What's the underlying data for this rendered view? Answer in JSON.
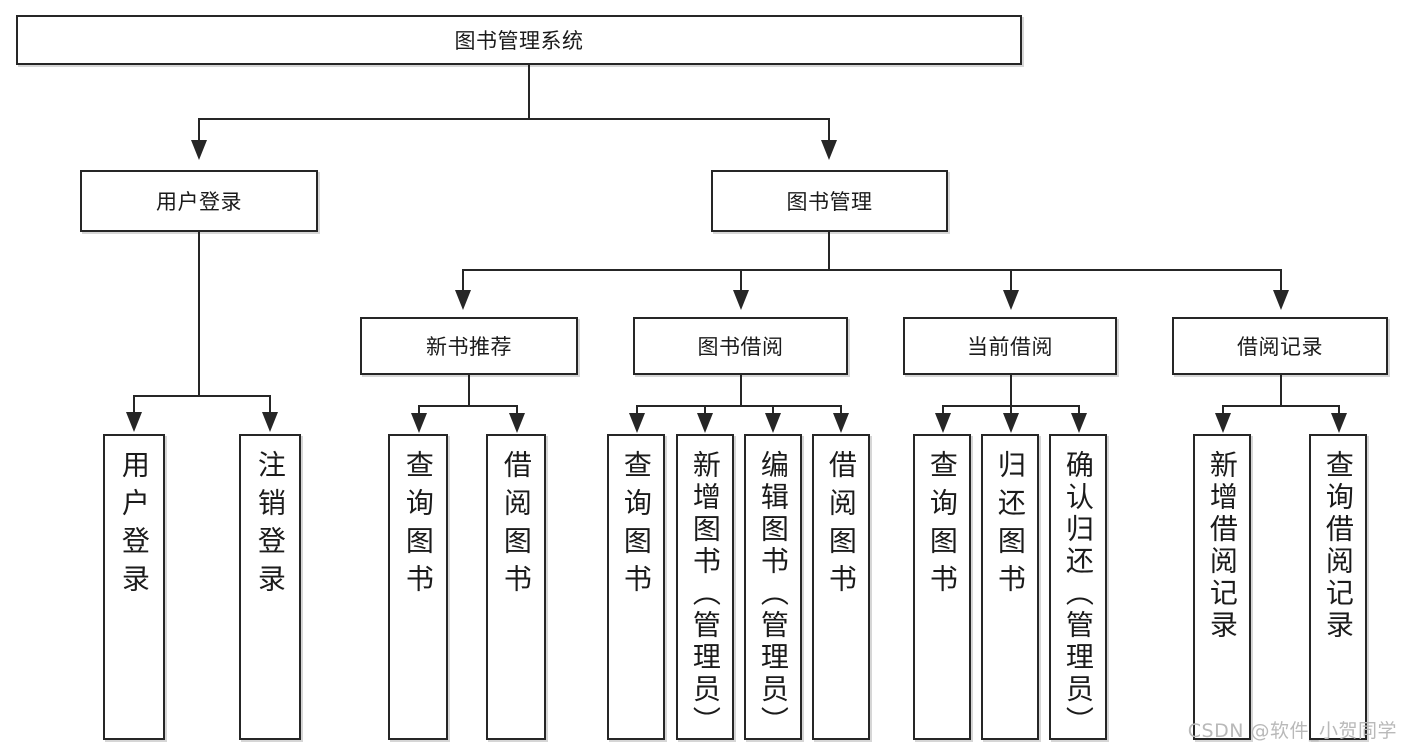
{
  "diagram": {
    "title": "图书管理系统",
    "watermark": "CSDN @软件_小贺同学",
    "type": "tree-hierarchy-diagram",
    "root": {
      "label": "图书管理系统"
    },
    "level2": [
      {
        "label": "用户登录"
      },
      {
        "label": "图书管理"
      }
    ],
    "level3": [
      {
        "label": "新书推荐"
      },
      {
        "label": "图书借阅"
      },
      {
        "label": "当前借阅"
      },
      {
        "label": "借阅记录"
      }
    ],
    "leaves": {
      "user_login": [
        {
          "label": "用户登录"
        },
        {
          "label": "注销登录"
        }
      ],
      "new_book_recommend": [
        {
          "label": "查询图书"
        },
        {
          "label": "借阅图书"
        }
      ],
      "book_borrow": [
        {
          "label": "查询图书"
        },
        {
          "label": "新增图书（管理员）"
        },
        {
          "label": "编辑图书（管理员）"
        },
        {
          "label": "借阅图书"
        }
      ],
      "current_borrow": [
        {
          "label": "查询图书"
        },
        {
          "label": "归还图书"
        },
        {
          "label": "确认归还（管理员）"
        }
      ],
      "borrow_records": [
        {
          "label": "新增借阅记录"
        },
        {
          "label": "查询借阅记录"
        }
      ]
    },
    "colors": {
      "stroke": "#262626",
      "fill": "#ffffff",
      "text": "#1b1b1b",
      "watermark": "#b9b9b9"
    }
  }
}
